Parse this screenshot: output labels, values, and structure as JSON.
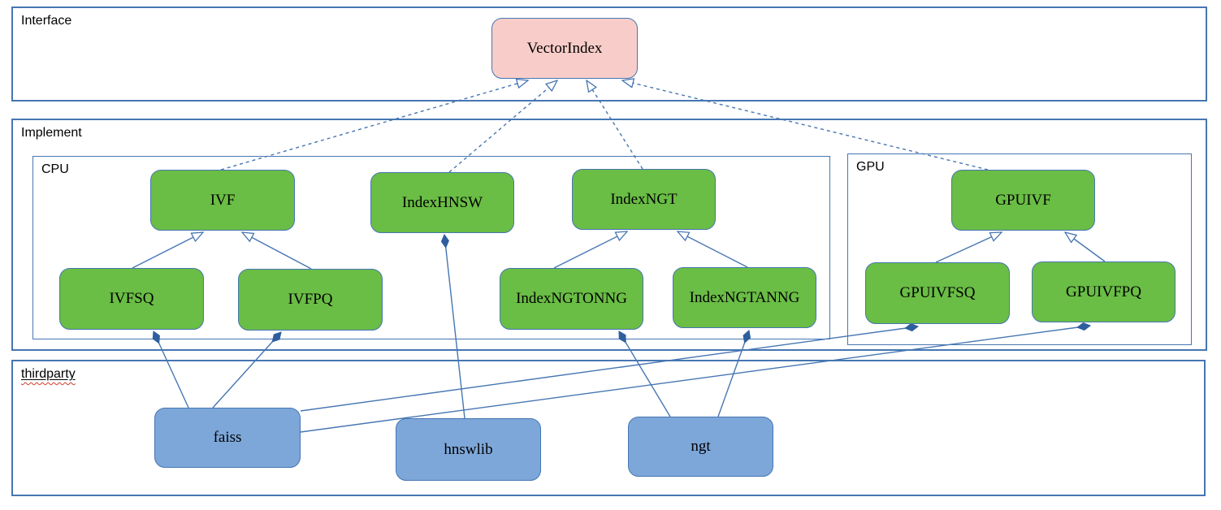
{
  "containers": {
    "interface": {
      "label": "Interface"
    },
    "implement": {
      "label": "Implement"
    },
    "cpu": {
      "label": "CPU"
    },
    "gpu": {
      "label": "GPU"
    },
    "thirdparty": {
      "label": "thirdparty"
    }
  },
  "nodes": {
    "vectorindex": {
      "label": "VectorIndex"
    },
    "ivf": {
      "label": "IVF"
    },
    "ivfsq": {
      "label": "IVFSQ"
    },
    "ivfpq": {
      "label": "IVFPQ"
    },
    "indexhnsw": {
      "label": "IndexHNSW"
    },
    "indexngt": {
      "label": "IndexNGT"
    },
    "indexngtonng": {
      "label": "IndexNGTONNG"
    },
    "indexngtanng": {
      "label": "IndexNGTANNG"
    },
    "gpuivf": {
      "label": "GPUIVF"
    },
    "gpuivfsq": {
      "label": "GPUIVFSQ"
    },
    "gpuivfpq": {
      "label": "GPUIVFPQ"
    },
    "faiss": {
      "label": "faiss"
    },
    "hnswlib": {
      "label": "hnswlib"
    },
    "ngt": {
      "label": "ngt"
    }
  },
  "edges": [
    {
      "from": "IVF",
      "to": "VectorIndex",
      "type": "realization-dashed-hollow-arrow"
    },
    {
      "from": "IndexHNSW",
      "to": "VectorIndex",
      "type": "realization-dashed-hollow-arrow"
    },
    {
      "from": "IndexNGT",
      "to": "VectorIndex",
      "type": "realization-dashed-hollow-arrow"
    },
    {
      "from": "GPUIVF",
      "to": "VectorIndex",
      "type": "realization-dashed-hollow-arrow"
    },
    {
      "from": "IVFSQ",
      "to": "IVF",
      "type": "inheritance-hollow-arrow"
    },
    {
      "from": "IVFPQ",
      "to": "IVF",
      "type": "inheritance-hollow-arrow"
    },
    {
      "from": "IndexNGTONNG",
      "to": "IndexNGT",
      "type": "inheritance-hollow-arrow"
    },
    {
      "from": "IndexNGTANNG",
      "to": "IndexNGT",
      "type": "inheritance-hollow-arrow"
    },
    {
      "from": "GPUIVFSQ",
      "to": "GPUIVF",
      "type": "inheritance-hollow-arrow"
    },
    {
      "from": "GPUIVFPQ",
      "to": "GPUIVF",
      "type": "inheritance-hollow-arrow"
    },
    {
      "from": "faiss",
      "to": "IVFSQ",
      "type": "composition-filled-diamond"
    },
    {
      "from": "faiss",
      "to": "IVFPQ",
      "type": "composition-filled-diamond"
    },
    {
      "from": "faiss",
      "to": "GPUIVFSQ",
      "type": "composition-filled-diamond"
    },
    {
      "from": "faiss",
      "to": "GPUIVFPQ",
      "type": "composition-filled-diamond"
    },
    {
      "from": "hnswlib",
      "to": "IndexHNSW",
      "type": "composition-filled-diamond"
    },
    {
      "from": "ngt",
      "to": "IndexNGTONNG",
      "type": "composition-filled-diamond"
    },
    {
      "from": "ngt",
      "to": "IndexNGTANNG",
      "type": "composition-filled-diamond"
    }
  ],
  "colors": {
    "container_border": "#4676b2",
    "edge_line": "#4676b2",
    "node_green_fill": "#6abd45",
    "node_blue_fill": "#7da7d9",
    "node_pink_fill": "#f8cdc9",
    "composition_diamond_fill": "#2e5e9e",
    "spellcheck_squiggle": "#d03a2b",
    "text": "#000000"
  }
}
